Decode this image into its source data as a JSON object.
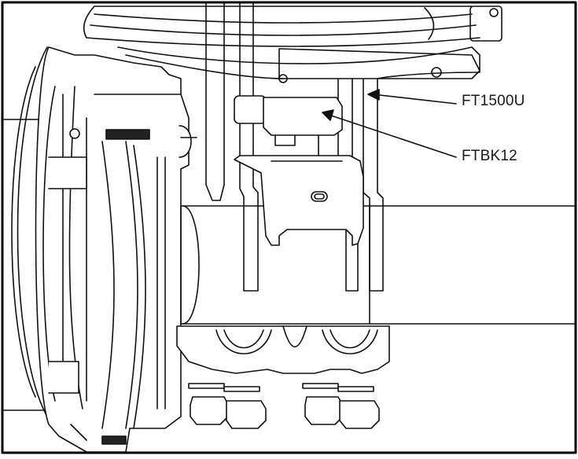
{
  "callouts": [
    {
      "id": "ft1500u",
      "label": "FT1500U"
    },
    {
      "id": "ftbk12",
      "label": "FTBK12"
    }
  ],
  "colors": {
    "line": "#111111",
    "fill": "#ffffff",
    "frame": "#000000"
  }
}
